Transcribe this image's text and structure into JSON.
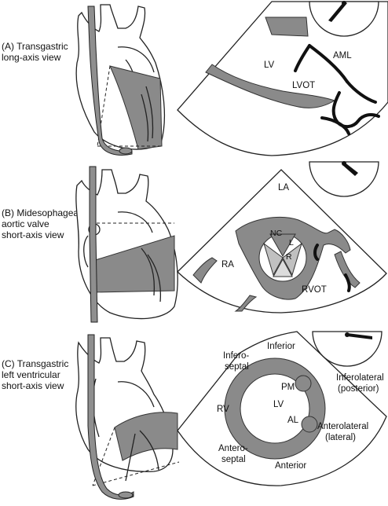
{
  "panels": [
    {
      "caption_lines": [
        "(A) Transgastric",
        "long-axis view"
      ],
      "labels": {
        "lv": "LV",
        "aml": "AML",
        "lvot": "LVOT"
      }
    },
    {
      "caption_lines": [
        "(B) Midesophageal",
        "aortic valve",
        "short-axis view"
      ],
      "labels": {
        "la": "LA",
        "nc": "NC",
        "l": "L",
        "r": "R",
        "ra": "RA",
        "rvot": "RVOT"
      }
    },
    {
      "caption_lines": [
        "(C) Transgastric",
        "left ventricular",
        "short-axis view"
      ],
      "labels": {
        "inferior": "Inferior",
        "infero_septal_1": "Infero-",
        "infero_septal_2": "septal",
        "inferolateral_1": "Inferolateral",
        "inferolateral_2": "(posterior)",
        "pm": "PM",
        "lv": "LV",
        "rv": "RV",
        "al": "AL",
        "anterolateral_1": "Anterolateral",
        "anterolateral_2": "(lateral)",
        "antero_septal_1": "Antero-",
        "antero_septal_2": "septal",
        "anterior": "Anterior"
      }
    }
  ]
}
